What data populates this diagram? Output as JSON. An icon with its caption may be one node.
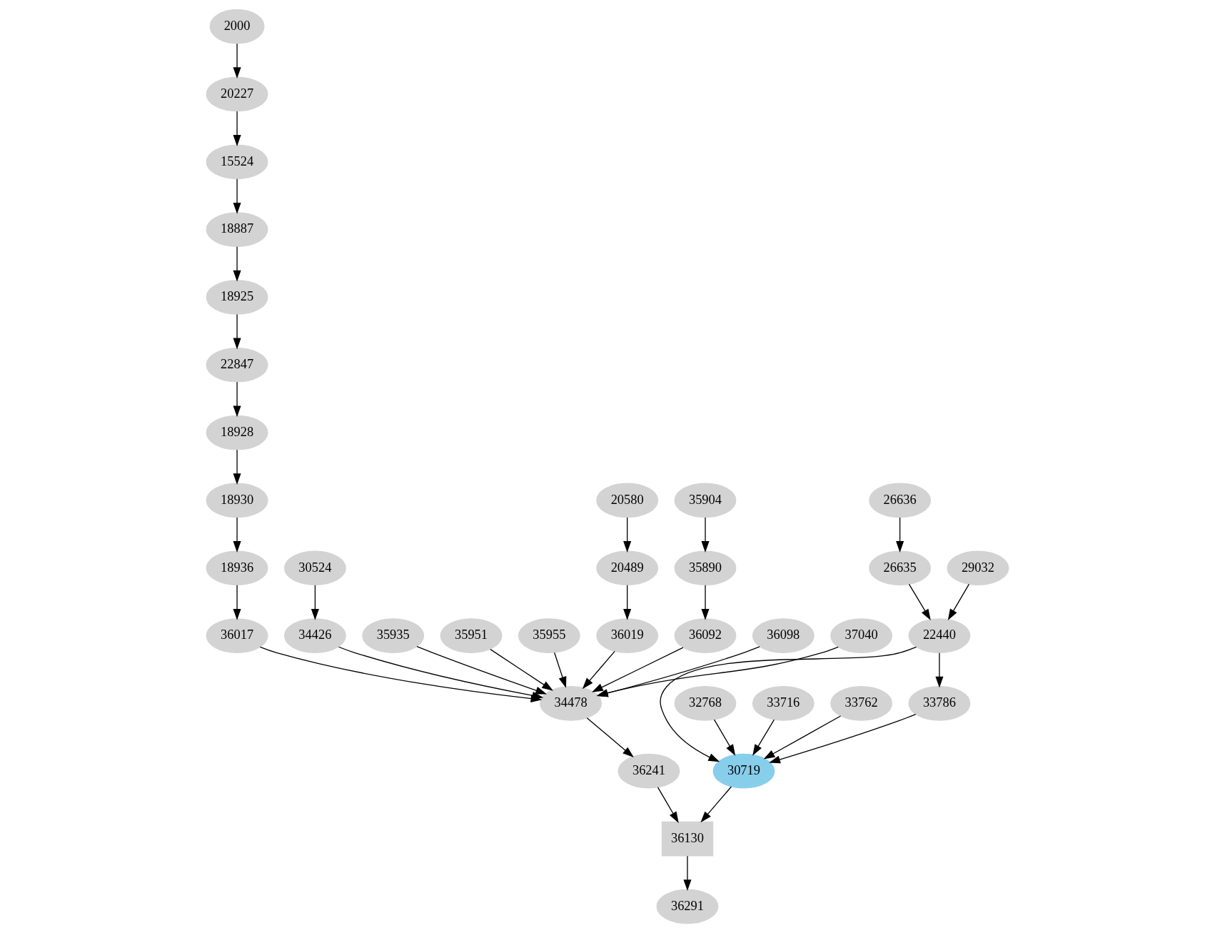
{
  "diagram": {
    "nodes": [
      {
        "text": [
          "2000"
        ]
      },
      {
        "text": [
          "20227"
        ]
      },
      {
        "text": [
          "15524"
        ]
      },
      {
        "text": [
          "18887"
        ]
      },
      {
        "text": [
          "18925"
        ]
      },
      {
        "text": [
          "22847"
        ]
      },
      {
        "text": [
          "18928"
        ]
      },
      {
        "text": [
          "18930"
        ]
      },
      {
        "text": [
          "20580"
        ]
      },
      {
        "text": [
          "35904"
        ]
      },
      {
        "text": [
          "26636"
        ]
      },
      {
        "text": [
          "30524"
        ]
      },
      {
        "text": [
          "18936"
        ]
      },
      {
        "text": [
          "20489"
        ]
      },
      {
        "text": [
          "35890"
        ]
      },
      {
        "text": [
          "26635"
        ]
      },
      {
        "text": [
          "29032"
        ]
      },
      {
        "text": [
          "34426"
        ]
      },
      {
        "text": [
          "35935"
        ]
      },
      {
        "text": [
          "35951"
        ]
      },
      {
        "text": [
          "35955"
        ]
      },
      {
        "text": [
          "36017"
        ]
      },
      {
        "text": [
          "36019"
        ]
      },
      {
        "text": [
          "36092"
        ]
      },
      {
        "text": [
          "36098"
        ]
      },
      {
        "text": [
          "37040"
        ]
      },
      {
        "text": [
          "22440"
        ]
      },
      {
        "text": [
          "34478"
        ]
      },
      {
        "text": [
          "33786"
        ]
      },
      {
        "text": [
          "32768"
        ]
      },
      {
        "text": [
          "33716"
        ]
      },
      {
        "text": [
          "33762"
        ]
      },
      {
        "text": [
          "30719"
        ]
      },
      {
        "text": [
          "36241"
        ]
      },
      {
        "text": [
          "36130"
        ]
      },
      {
        "text": [
          "36291"
        ]
      }
    ],
    "edges": [
      {
        "from": 0,
        "to": 1,
        "arrow": "to"
      },
      {
        "from": 1,
        "to": 2,
        "arrow": "to"
      },
      {
        "from": 2,
        "to": 3,
        "arrow": "to"
      },
      {
        "from": 3,
        "to": 4,
        "arrow": "to"
      },
      {
        "from": 4,
        "to": 5,
        "arrow": "to"
      },
      {
        "from": 5,
        "to": 6,
        "arrow": "to"
      },
      {
        "from": 6,
        "to": 7,
        "arrow": "to"
      },
      {
        "from": 7,
        "to": 12,
        "arrow": "to"
      },
      {
        "from": 12,
        "to": 21,
        "arrow": "to"
      },
      {
        "from": 8,
        "to": 13,
        "arrow": "to"
      },
      {
        "from": 13,
        "to": 22,
        "arrow": "to"
      },
      {
        "from": 9,
        "to": 14,
        "arrow": "to"
      },
      {
        "from": 14,
        "to": 23,
        "arrow": "to"
      },
      {
        "from": 10,
        "to": 15,
        "arrow": "to"
      },
      {
        "from": 15,
        "to": 26,
        "arrow": "to"
      },
      {
        "from": 16,
        "to": 26,
        "arrow": "to"
      },
      {
        "from": 11,
        "to": 17,
        "arrow": "to"
      },
      {
        "from": 17,
        "to": 27,
        "arrow": "to"
      },
      {
        "from": 18,
        "to": 27,
        "arrow": "to"
      },
      {
        "from": 19,
        "to": 27,
        "arrow": "to"
      },
      {
        "from": 20,
        "to": 27,
        "arrow": "to"
      },
      {
        "from": 21,
        "to": 27,
        "arrow": "to"
      },
      {
        "from": 22,
        "to": 27,
        "arrow": "to"
      },
      {
        "from": 23,
        "to": 27,
        "arrow": "to"
      },
      {
        "from": 24,
        "to": 27,
        "arrow": "to"
      },
      {
        "from": 25,
        "to": 27,
        "arrow": "to"
      },
      {
        "from": 26,
        "to": 28,
        "arrow": "to"
      },
      {
        "from": 26,
        "to": 32,
        "arrow": "to"
      },
      {
        "from": 28,
        "to": 32,
        "arrow": "to"
      },
      {
        "from": 29,
        "to": 32,
        "arrow": "to"
      },
      {
        "from": 30,
        "to": 32,
        "arrow": "to"
      },
      {
        "from": 31,
        "to": 32,
        "arrow": "to"
      },
      {
        "from": 27,
        "to": 33,
        "arrow": "to"
      },
      {
        "from": 33,
        "to": 34,
        "arrow": "to"
      },
      {
        "from": 32,
        "to": 34,
        "arrow": "to"
      },
      {
        "from": 34,
        "to": 35,
        "arrow": "to"
      }
    ]
  }
}
